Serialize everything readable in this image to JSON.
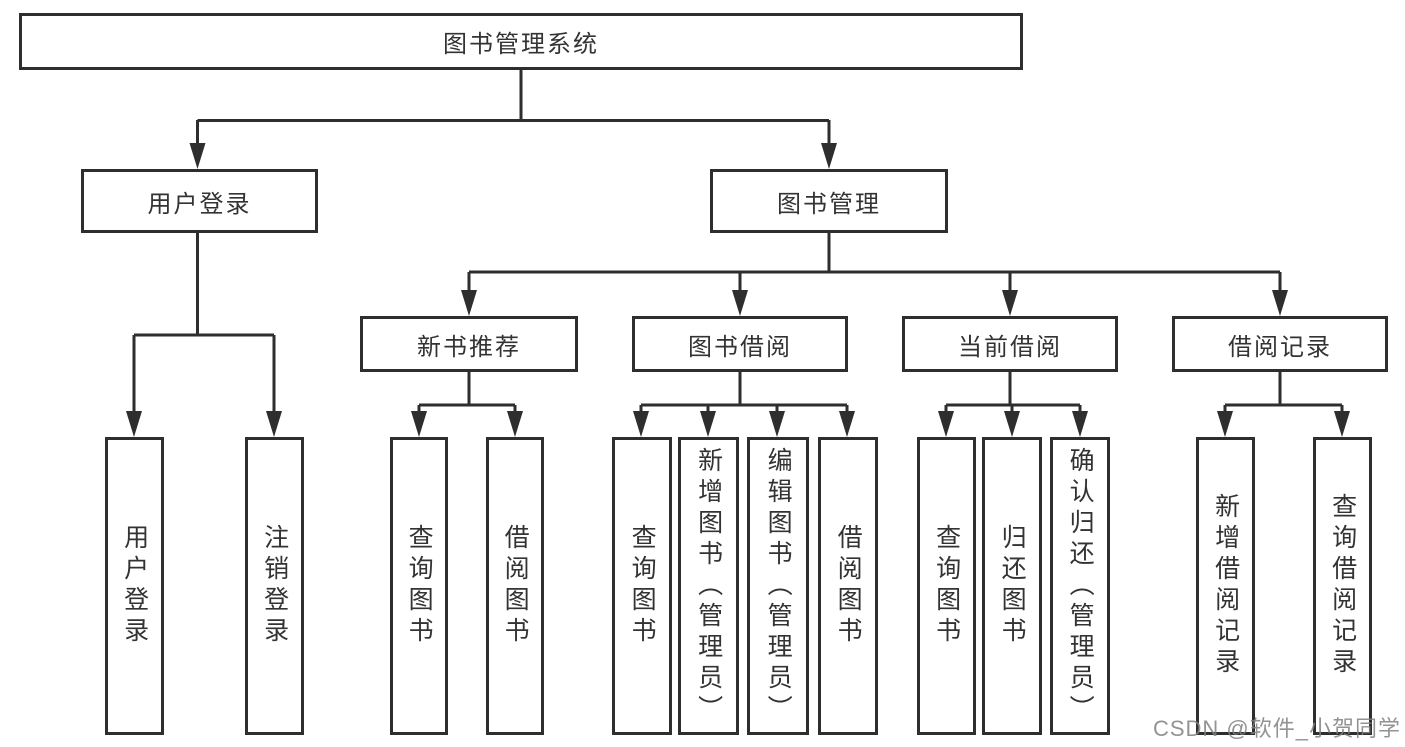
{
  "diagram": {
    "title": "图书管理系统",
    "root": {
      "label": "图书管理系统"
    },
    "branches": [
      {
        "label": "用户登录",
        "children": [
          {
            "label": "用户登录"
          },
          {
            "label": "注销登录"
          }
        ]
      },
      {
        "label": "图书管理",
        "children": [
          {
            "label": "新书推荐",
            "children": [
              {
                "label": "查询图书"
              },
              {
                "label": "借阅图书"
              }
            ]
          },
          {
            "label": "图书借阅",
            "children": [
              {
                "label": "查询图书"
              },
              {
                "label": "新增图书（管理员）"
              },
              {
                "label": "编辑图书（管理员）"
              },
              {
                "label": "借阅图书"
              }
            ]
          },
          {
            "label": "当前借阅",
            "children": [
              {
                "label": "查询图书"
              },
              {
                "label": "归还图书"
              },
              {
                "label": "确认归还（管理员）"
              }
            ]
          },
          {
            "label": "借阅记录",
            "children": [
              {
                "label": "新增借阅记录"
              },
              {
                "label": "查询借阅记录"
              }
            ]
          }
        ]
      }
    ]
  },
  "watermark": "CSDN @软件_小贺同学",
  "colors": {
    "line": "#2e2e2e",
    "box_border": "#2e2e2e",
    "text": "#333333",
    "watermark": "#808080",
    "background": "#ffffff"
  },
  "icons": {
    "arrow": "arrow-down-icon"
  }
}
